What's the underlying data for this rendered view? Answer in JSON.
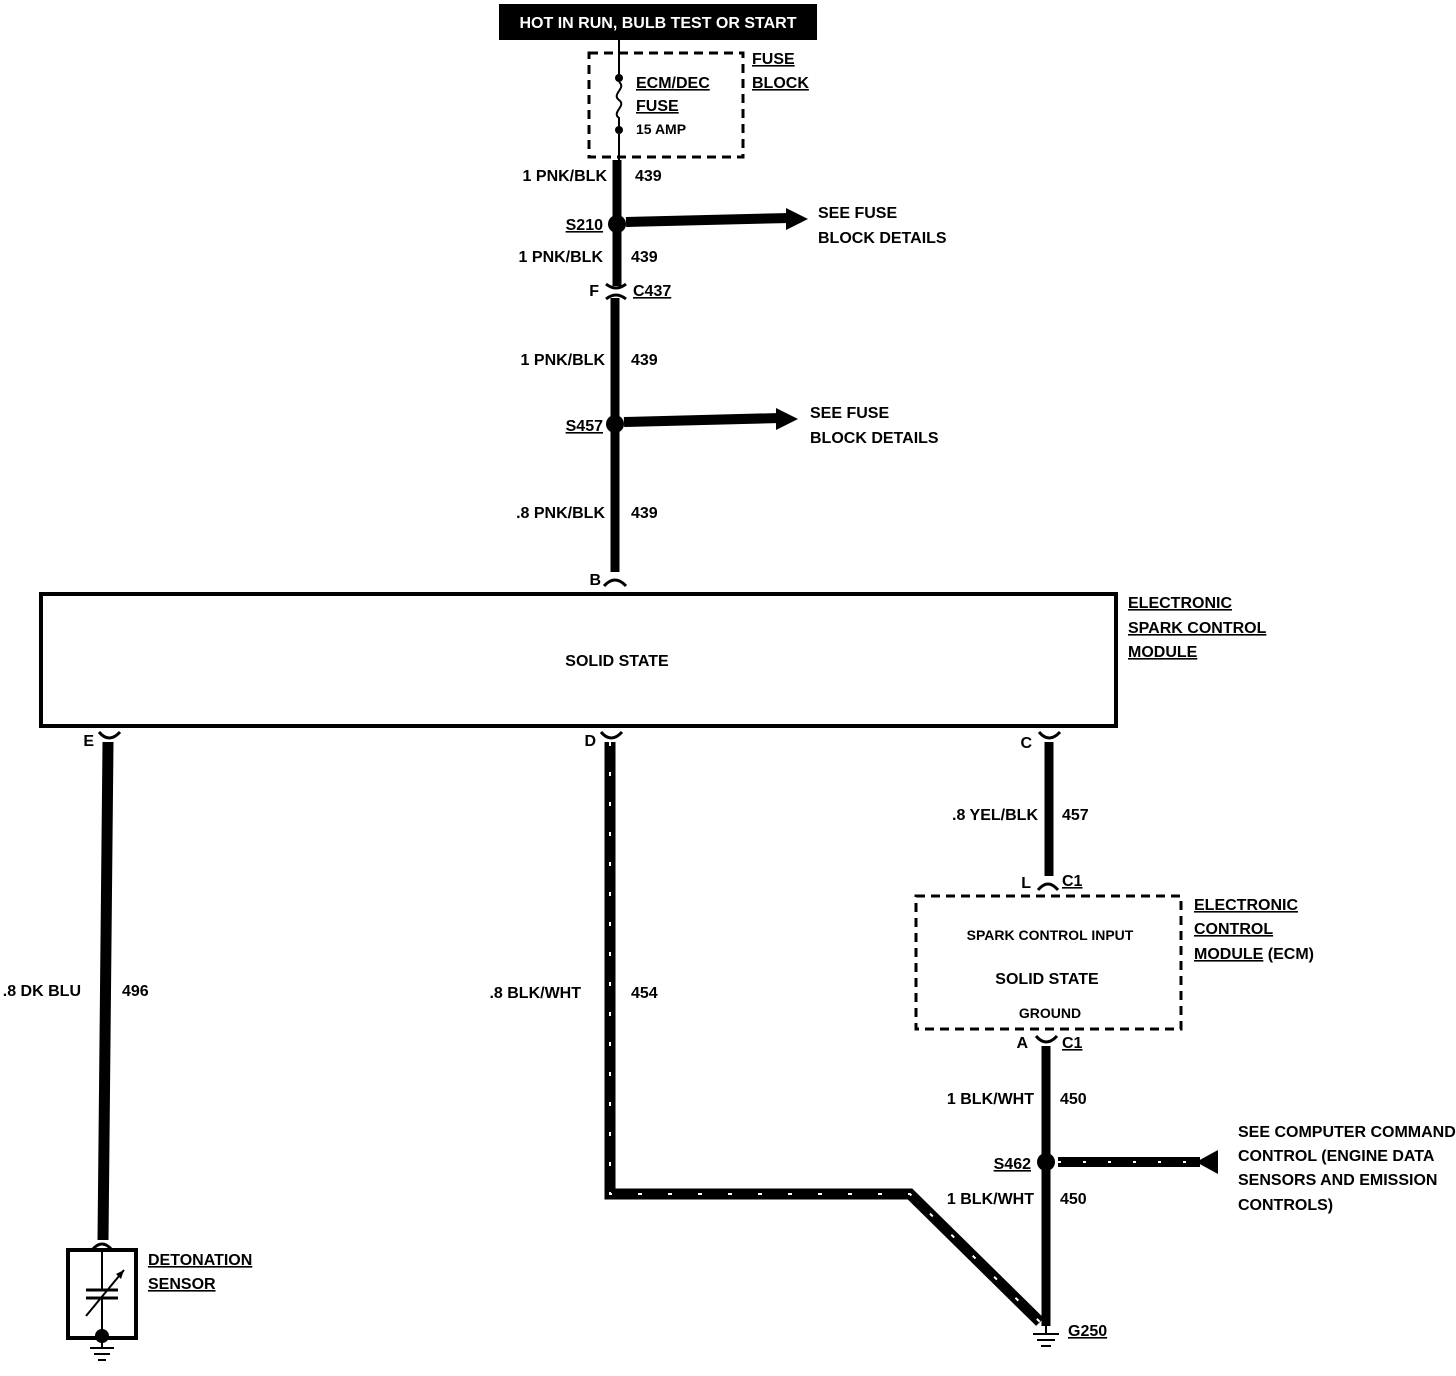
{
  "power_source": "HOT IN RUN, BULB TEST OR START",
  "fuse_block": {
    "label_lines": [
      "FUSE",
      "BLOCK"
    ],
    "fuse_name_lines": [
      "ECM/DEC",
      "FUSE"
    ],
    "rating": "15 AMP"
  },
  "wires": {
    "w1": {
      "gauge_color": "1 PNK/BLK",
      "circuit": "439"
    },
    "w2": {
      "gauge_color": "1 PNK/BLK",
      "circuit": "439"
    },
    "w3": {
      "gauge_color": "1 PNK/BLK",
      "circuit": "439"
    },
    "w4": {
      "gauge_color": ".8 PNK/BLK",
      "circuit": "439"
    },
    "w_e": {
      "gauge_color": ".8 DK BLU",
      "circuit": "496"
    },
    "w_d": {
      "gauge_color": ".8 BLK/WHT",
      "circuit": "454"
    },
    "w_c": {
      "gauge_color": ".8 YEL/BLK",
      "circuit": "457"
    },
    "w_a": {
      "gauge_color": "1 BLK/WHT",
      "circuit": "450"
    },
    "w_g": {
      "gauge_color": "1 BLK/WHT",
      "circuit": "450"
    }
  },
  "splices": {
    "s210": "S210",
    "s457": "S457",
    "s462": "S462"
  },
  "connectors": {
    "c437": {
      "pin": "F",
      "name": "C437"
    },
    "esc_b": {
      "pin": "B"
    },
    "esc_e": {
      "pin": "E"
    },
    "esc_d": {
      "pin": "D"
    },
    "esc_c": {
      "pin": "C"
    },
    "ecm_l": {
      "pin": "L",
      "name": "C1"
    },
    "ecm_a": {
      "pin": "A",
      "name": "C1"
    }
  },
  "refs": {
    "fuse_details_1": [
      "SEE FUSE",
      "BLOCK DETAILS"
    ],
    "fuse_details_2": [
      "SEE FUSE",
      "BLOCK DETAILS"
    ],
    "computer_command": [
      "SEE COMPUTER COMMAND",
      "CONTROL (ENGINE DATA",
      "SENSORS AND EMISSION",
      "CONTROLS)"
    ]
  },
  "esc_module": {
    "body_text": "SOLID STATE",
    "name_lines": [
      "ELECTRONIC",
      "SPARK CONTROL",
      "MODULE"
    ]
  },
  "ecm": {
    "input_text": "SPARK CONTROL INPUT",
    "body_text": "SOLID STATE",
    "ground_text": "GROUND",
    "name_lines": [
      "ELECTRONIC",
      "CONTROL",
      "MODULE"
    ],
    "name_suffix": "(ECM)"
  },
  "detonation_sensor": {
    "name_lines": [
      "DETONATION",
      "SENSOR"
    ]
  },
  "ground": "G250"
}
